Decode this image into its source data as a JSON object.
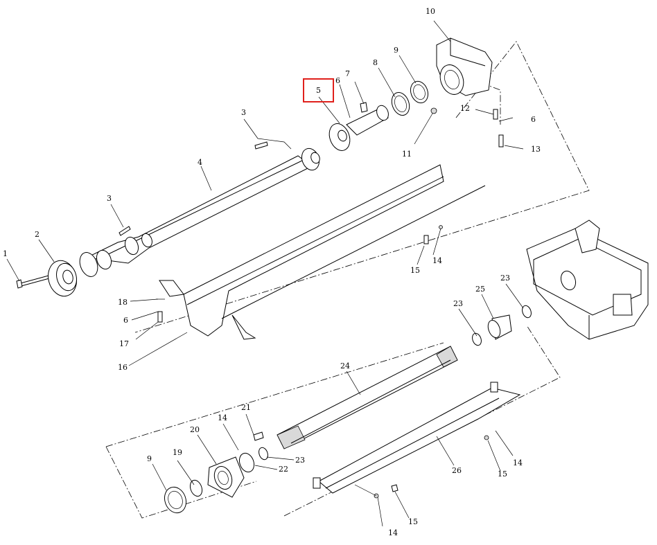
{
  "diagram": {
    "callouts": [
      "1",
      "2",
      "3",
      "3",
      "4",
      "5",
      "6",
      "7",
      "8",
      "9",
      "10",
      "11",
      "12",
      "6",
      "13",
      "14",
      "15",
      "16",
      "17",
      "6",
      "18",
      "23",
      "25",
      "23",
      "24",
      "21",
      "14",
      "20",
      "19",
      "9",
      "22",
      "23",
      "26",
      "14",
      "15",
      "14",
      "15"
    ],
    "highlighted": "5",
    "highlight_color": "#e0201b"
  }
}
